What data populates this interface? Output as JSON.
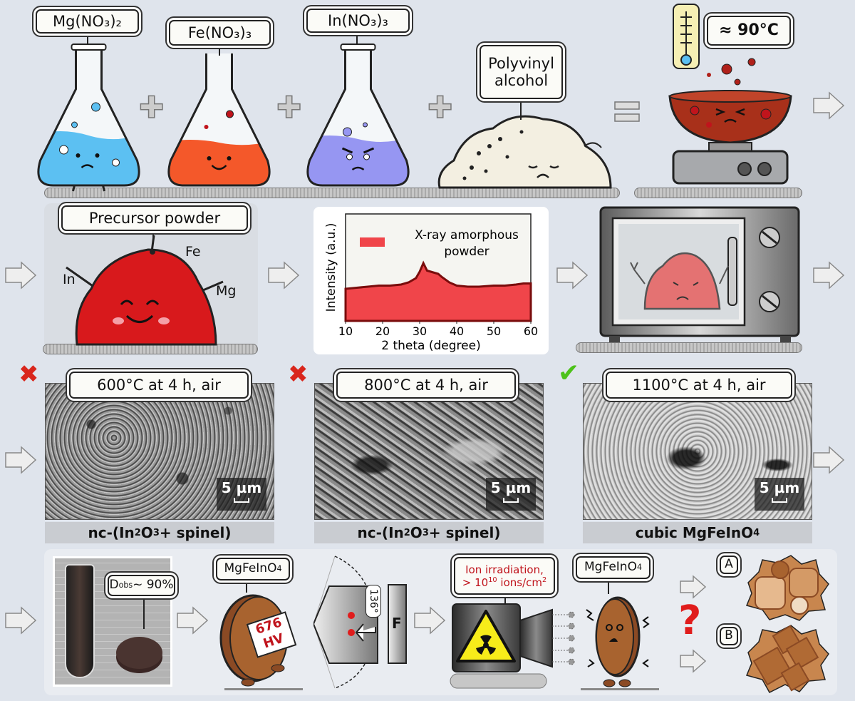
{
  "colors": {
    "background": "#dfe4ec",
    "precursor_red": "#d8191c",
    "pellet_brown": "#8b4a24",
    "reject": "#d9261c",
    "accept": "#4cc21a",
    "irradiation_text": "#c0141c"
  },
  "row1": {
    "reagents": [
      {
        "label": "Mg(NO₃)₂",
        "liquid_color": "#5cc0f2"
      },
      {
        "label": "Fe(NO₃)₃",
        "liquid_color": "#f4582a"
      },
      {
        "label": "In(NO₃)₃",
        "liquid_color": "#9696f2"
      },
      {
        "label": "Polyvinyl alcohol",
        "liquid_color": "#f3efe1"
      }
    ],
    "plus_icon": "plus-icon",
    "equals_icon": "equals-icon",
    "temperature": "≈ 90°C"
  },
  "row2": {
    "precursor": {
      "label": "Precursor powder",
      "elements": [
        "Fe",
        "In",
        "Mg"
      ]
    }
  },
  "chart_data": {
    "type": "area",
    "legend": "X-ray amorphous powder",
    "legend_lines": [
      "X-ray amorphous",
      "powder"
    ],
    "xlabel": "2 theta (degree)",
    "ylabel": "Intensity (a.u.)",
    "xlim": [
      10,
      60
    ],
    "ylim": [
      0,
      1
    ],
    "xticks": [
      10,
      20,
      30,
      40,
      50,
      60
    ],
    "legend_placement": "top",
    "grid": false,
    "series": [
      {
        "x": [
          10,
          13,
          16,
          19,
          22,
          25,
          27,
          29,
          30,
          31,
          32,
          33,
          34,
          35,
          36,
          38,
          40,
          43,
          46,
          50,
          53,
          56,
          58,
          60
        ],
        "y": [
          0.3,
          0.31,
          0.32,
          0.33,
          0.33,
          0.34,
          0.36,
          0.4,
          0.46,
          0.54,
          0.47,
          0.46,
          0.45,
          0.44,
          0.41,
          0.36,
          0.33,
          0.32,
          0.32,
          0.33,
          0.33,
          0.34,
          0.35,
          0.35
        ]
      }
    ]
  },
  "row3": {
    "samples": [
      {
        "condition": "600°C at 4 h, air",
        "scale": "5 µm",
        "phase_pre": "nc-(In",
        "phase_sub": "2",
        "phase_post": "O",
        "phase_sub2": "3",
        "phase_end": " + spinel)",
        "status": "rejected"
      },
      {
        "condition": "800°C at 4 h, air",
        "scale": "5 µm",
        "phase_pre": "nc-(In",
        "phase_sub": "2",
        "phase_post": "O",
        "phase_sub2": "3",
        "phase_end": " + spinel)",
        "status": "rejected"
      },
      {
        "condition": "1100°C at 4 h, air",
        "scale": "5 µm",
        "phase_pre": "cubic MgFeInO",
        "phase_sub": "4",
        "phase_post": "",
        "phase_sub2": "",
        "phase_end": "",
        "status": "accepted"
      }
    ]
  },
  "row4": {
    "density_symbol": "D",
    "density_sub": "obs",
    "density_value": " ~ 90%",
    "compound_pre": "MgFeInO",
    "compound_sub": "4",
    "hardness_value": "676",
    "hardness_unit": "HV",
    "indenter_angle": "136°",
    "force": "F",
    "irradiation_line1": "Ion irradiation,",
    "irradiation_pre": "> 10",
    "irradiation_exp": "10",
    "irradiation_mid": " ions/cm",
    "irradiation_exp2": "2",
    "question": "?",
    "outcomes": [
      "A",
      "B"
    ]
  }
}
